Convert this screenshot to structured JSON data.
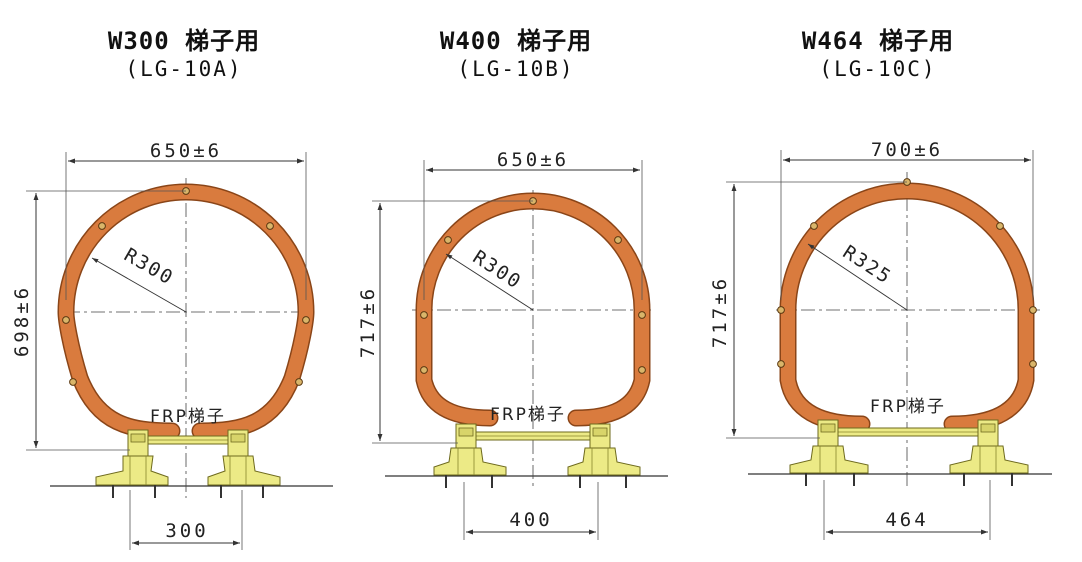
{
  "variants": [
    {
      "title": "W300 梯子用",
      "code": "(LG-10A)",
      "width_label": "650±6",
      "height_label": "698±6",
      "radius_label": "R300",
      "ladder_label": "FRP梯子",
      "spacing_label": "300"
    },
    {
      "title": "W400 梯子用",
      "code": "(LG-10B)",
      "width_label": "650±6",
      "height_label": "717±6",
      "radius_label": "R300",
      "ladder_label": "FRP梯子",
      "spacing_label": "400"
    },
    {
      "title": "W464 梯子用",
      "code": "(LG-10C)",
      "width_label": "700±6",
      "height_label": "717±6",
      "radius_label": "R325",
      "ladder_label": "FRP梯子",
      "spacing_label": "464"
    }
  ],
  "colors": {
    "guard_fill": "#d97b3e",
    "guard_stroke": "#8a4518",
    "support_fill": "#ecea86",
    "support_stroke": "#6e6a1e",
    "line": "#333333"
  }
}
